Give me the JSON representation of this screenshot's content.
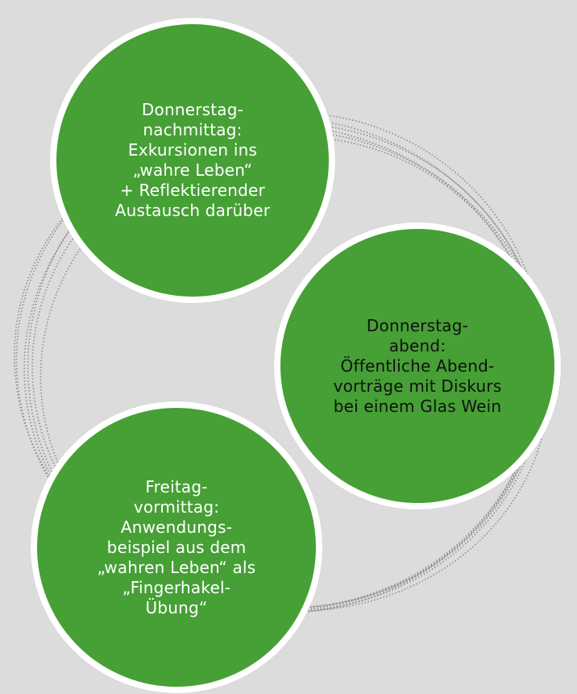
{
  "diagram": {
    "colors": {
      "background": "#dcdcdc",
      "circle_fill": "#46a035",
      "circle_border": "#ffffff",
      "text_dark": "#111111",
      "text_light": "#ffffff",
      "orbit_lines": "#8c8c8c"
    },
    "nodes": [
      {
        "id": "thursday-afternoon",
        "text": "Donnerstag-\nnachmittag:\nExkursionen ins\n„wahre Leben“\n+ Reflektierender\nAustausch darüber"
      },
      {
        "id": "thursday-evening",
        "text": "Donnerstag-\nabend:\nÖffentliche Abend-\nvorträge mit Diskurs\nbei einem Glas Wein"
      },
      {
        "id": "friday-morning",
        "text": "Freitag-\nvormittag:\nAnwendungs-\nbeispiel aus dem\n„wahren Leben“ als\n„Fingerhakel-\nÜbung“"
      }
    ]
  }
}
